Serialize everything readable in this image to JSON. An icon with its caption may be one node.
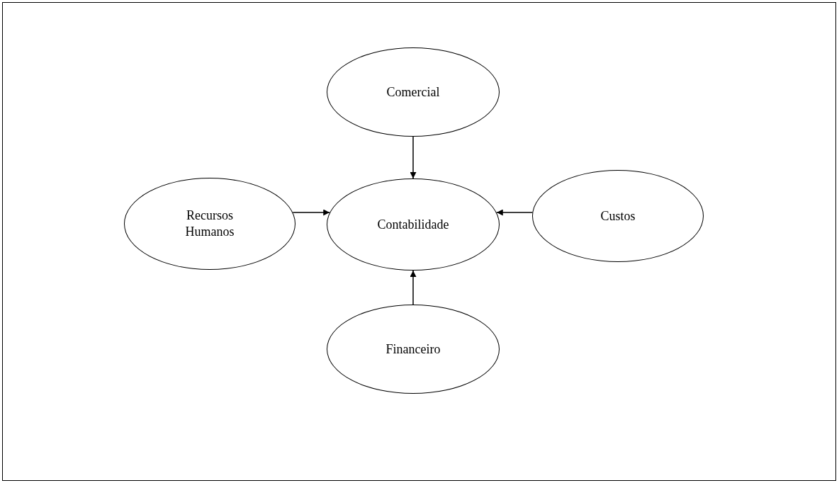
{
  "diagram": {
    "nodes": [
      {
        "text": [
          "Comercial"
        ]
      },
      {
        "text": [
          "Recursos Humanos"
        ]
      },
      {
        "text": [
          "Contabilidade"
        ]
      },
      {
        "text": [
          "Custos"
        ]
      },
      {
        "text": [
          "Financeiro"
        ]
      }
    ],
    "edges": [
      {
        "from": 0,
        "to": 2,
        "arrow": "to"
      },
      {
        "from": 1,
        "to": 2,
        "arrow": "to"
      },
      {
        "from": 3,
        "to": 2,
        "arrow": "to"
      },
      {
        "from": 4,
        "to": 2,
        "arrow": "to"
      }
    ]
  }
}
